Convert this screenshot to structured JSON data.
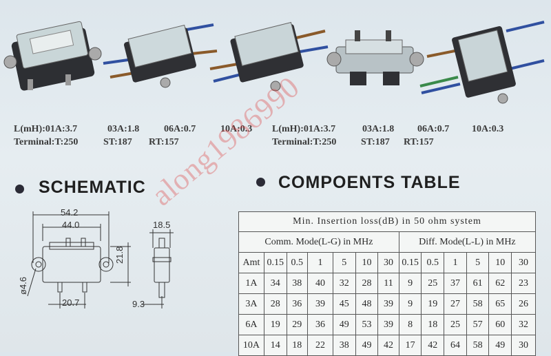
{
  "specs": {
    "left": {
      "inductance_label": "L(mH):01A:3.7",
      "i03": "03A:1.8",
      "i06": "06A:0.7",
      "i10": "10A:0.3",
      "terminal": "Terminal:T:250",
      "st": "ST:187",
      "rt": "RT:157"
    },
    "right": {
      "inductance_label": "L(mH):01A:3.7",
      "i03": "03A:1.8",
      "i06": "06A:0.7",
      "i10": "10A:0.3",
      "terminal": "Terminal:T:250",
      "st": "ST:187",
      "rt": "RT:157"
    }
  },
  "sections": {
    "schematic_title": "SCHEMATIC",
    "table_title": "COMPOENTS TABLE"
  },
  "schematic": {
    "dim_width_total": "54.2",
    "dim_width_body": "44.0",
    "dim_height": "21.8",
    "dim_hole": "ø4.6",
    "dim_pin_spacing": "20.7",
    "dim_side_width": "18.5",
    "dim_side_pin": "9.3"
  },
  "watermark": "along1986990",
  "table": {
    "header_main": "Min. Insertion  loss(dB)  in 50 ohm system",
    "header_comm": "Comm. Mode(L-G) in MHz",
    "header_diff": "Diff. Mode(L-L) in MHz",
    "columns": [
      "Amt",
      "0.15",
      "0.5",
      "1",
      "5",
      "10",
      "30",
      "0.15",
      "0.5",
      "1",
      "5",
      "10",
      "30"
    ],
    "rows": [
      [
        "1A",
        "34",
        "38",
        "40",
        "32",
        "28",
        "11",
        "9",
        "25",
        "37",
        "61",
        "62",
        "23"
      ],
      [
        "3A",
        "28",
        "36",
        "39",
        "45",
        "48",
        "39",
        "9",
        "19",
        "27",
        "58",
        "65",
        "26"
      ],
      [
        "6A",
        "19",
        "29",
        "36",
        "49",
        "53",
        "39",
        "8",
        "18",
        "25",
        "57",
        "60",
        "32"
      ],
      [
        "10A",
        "14",
        "18",
        "22",
        "38",
        "49",
        "42",
        "17",
        "42",
        "64",
        "58",
        "49",
        "30"
      ]
    ]
  }
}
